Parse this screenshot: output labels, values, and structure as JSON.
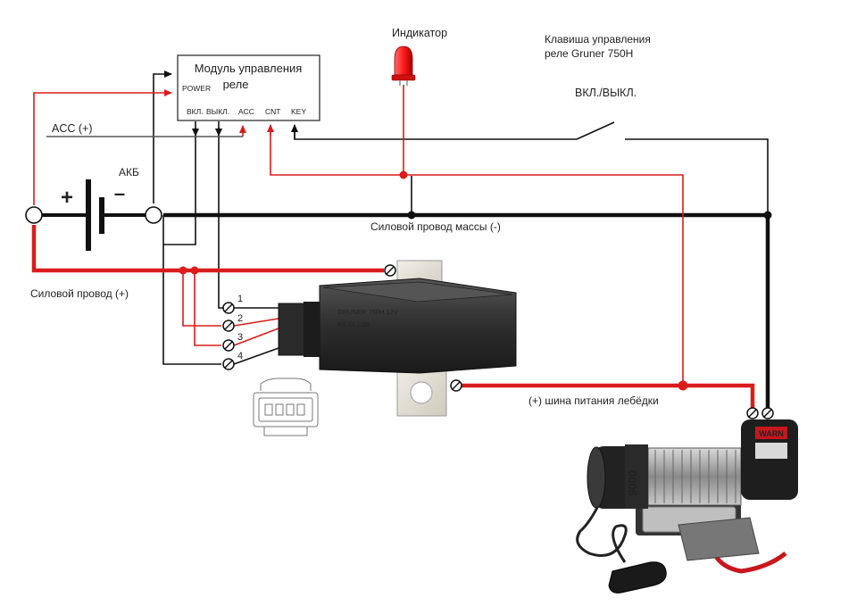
{
  "module": {
    "title_line1": "Модуль управления",
    "title_line2": "реле",
    "power": "POWER",
    "pin_on": "ВКЛ.",
    "pin_off": "ВЫКЛ.",
    "pin_acc": "ACC",
    "pin_cnt": "CNT",
    "pin_key": "KEY"
  },
  "labels": {
    "indicator": "Индикатор",
    "switch_line1": "Клавиша управления",
    "switch_line2": "реле Gruner 750H",
    "on_off": "ВКЛ./ВЫКЛ.",
    "acc": "ACC (+)",
    "battery": "АКБ",
    "plus": "+",
    "minus": "–",
    "ground_wire": "Силовой провод массы (-)",
    "power_wire": "Силовой провод (+)",
    "winch_bus": "(+) шина питания лебёдки"
  },
  "relay": {
    "pins": [
      "1",
      "2",
      "3",
      "4"
    ],
    "marking_line1": "GRUNER 750H 12V",
    "marking_line2": "K8 14 1    09"
  },
  "winch": {
    "brand": "WARN",
    "model": "9000"
  },
  "colors": {
    "red": "#d91c1c",
    "black": "#111111",
    "module_border": "#222222"
  }
}
